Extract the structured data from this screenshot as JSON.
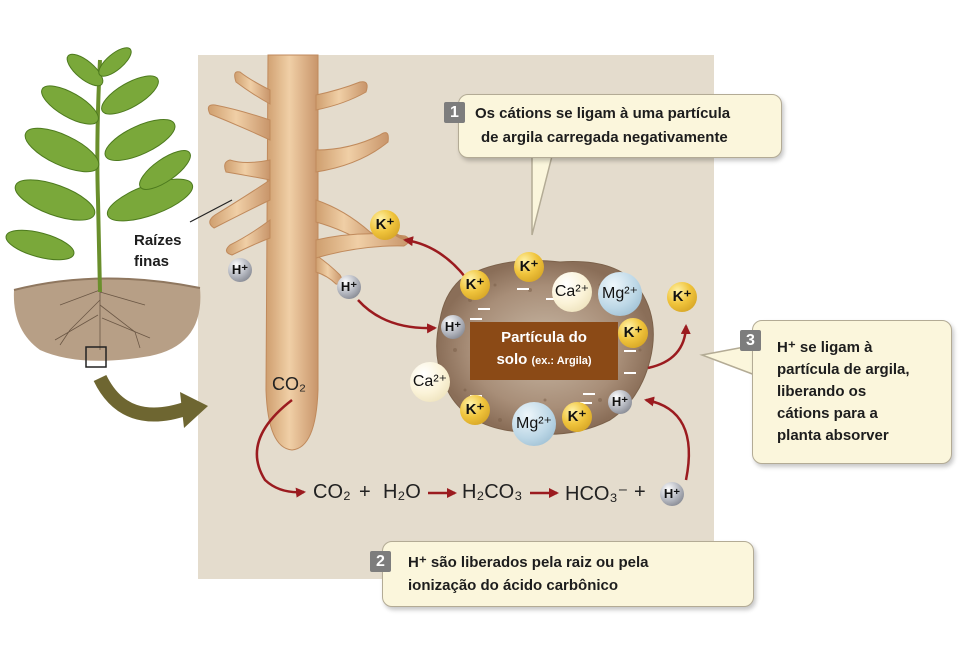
{
  "labels": {
    "fine_roots_line1": "Raízes",
    "fine_roots_line2": "finas",
    "particle_line1": "Partícula do",
    "particle_line2": "solo",
    "particle_note": "(ex.: Argila)"
  },
  "callouts": [
    {
      "number": "1",
      "line1": "Os cátions se ligam à uma partícula",
      "line2": "de argila carregada negativamente"
    },
    {
      "number": "2",
      "line1": "H⁺ são liberados pela raiz ou pela",
      "line2": "ionização do ácido carbônico"
    },
    {
      "number": "3",
      "line1": "H⁺ se ligam à",
      "line2": "partícula de argila,",
      "line3": "liberando os",
      "line4": "cátions para a",
      "line5": "planta absorver"
    }
  ],
  "ions": {
    "k": "K⁺",
    "h": "H⁺",
    "ca": "Ca²⁺",
    "mg": "Mg²⁺"
  },
  "equation": {
    "root_co2": "CO₂",
    "co2": "CO₂",
    "plus1": "+",
    "h2o": "H₂O",
    "h2co3": "H₂CO₃",
    "hco3": "HCO₃⁻",
    "plus2": "+",
    "h": "H⁺"
  },
  "colors": {
    "panel": "#e4dccd",
    "root": "#e2b98d",
    "arrow": "#9b1b1f",
    "particle_label": "#8b4a16",
    "callout_bg": "#fbf6dc"
  }
}
